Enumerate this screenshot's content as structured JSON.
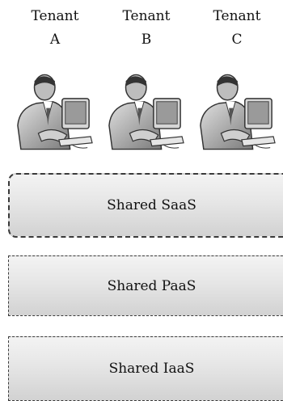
{
  "tenants": [
    {
      "word": "Tenant",
      "letter": "A"
    },
    {
      "word": "Tenant",
      "letter": "B"
    },
    {
      "word": "Tenant",
      "letter": "C"
    }
  ],
  "layers": {
    "saas": "Shared SaaS",
    "paas": "Shared PaaS",
    "iaas": "Shared IaaS"
  }
}
